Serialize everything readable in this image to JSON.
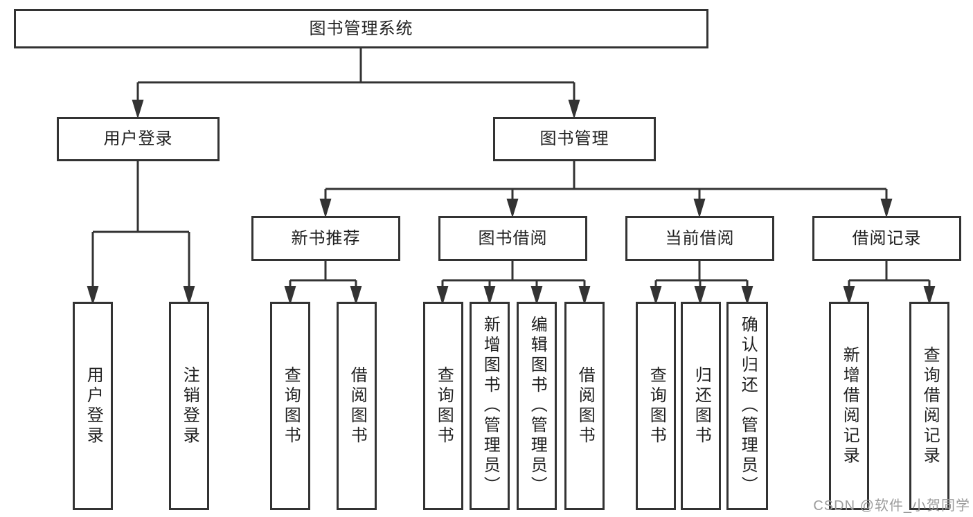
{
  "tree": {
    "root": "图书管理系统",
    "level2": [
      {
        "label": "用户登录",
        "leaves": [
          "用户登录",
          "注销登录"
        ]
      },
      {
        "label": "图书管理",
        "sections": [
          {
            "label": "新书推荐",
            "leaves": [
              "查询图书",
              "借阅图书"
            ]
          },
          {
            "label": "图书借阅",
            "leaves": [
              "查询图书",
              "新增图书（管理员）",
              "编辑图书（管理员）",
              "借阅图书"
            ]
          },
          {
            "label": "当前借阅",
            "leaves": [
              "查询图书",
              "归还图书",
              "确认归还（管理员）"
            ]
          },
          {
            "label": "借阅记录",
            "leaves": [
              "新增借阅记录",
              "查询借阅记录"
            ]
          }
        ]
      }
    ]
  },
  "watermark": "CSDN @软件_小贺同学",
  "colors": {
    "line": "#333333",
    "box_border": "#333333",
    "text": "#1f1f1f",
    "watermark": "#9c9c9c",
    "background": "#ffffff"
  }
}
